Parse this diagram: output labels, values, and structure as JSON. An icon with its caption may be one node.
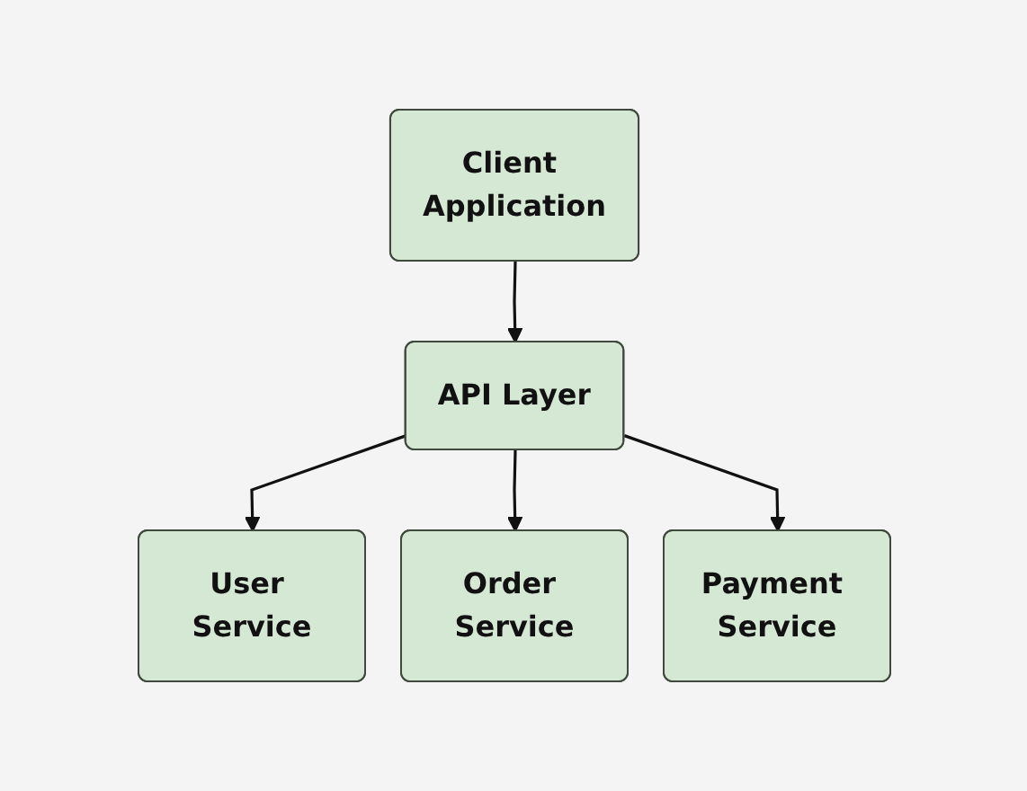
{
  "diagram": {
    "nodes": [
      {
        "text": [
          "Client Application"
        ]
      },
      {
        "text": [
          "API Layer"
        ]
      },
      {
        "text": [
          "User Service"
        ]
      },
      {
        "text": [
          "Order Service"
        ]
      },
      {
        "text": [
          "Payment Service"
        ]
      }
    ],
    "edges": [
      {
        "from": 0,
        "to": 1,
        "arrow": "to"
      },
      {
        "from": 1,
        "to": 2,
        "arrow": "to"
      },
      {
        "from": 1,
        "to": 3,
        "arrow": "to"
      },
      {
        "from": 1,
        "to": 4,
        "arrow": "to"
      }
    ]
  }
}
